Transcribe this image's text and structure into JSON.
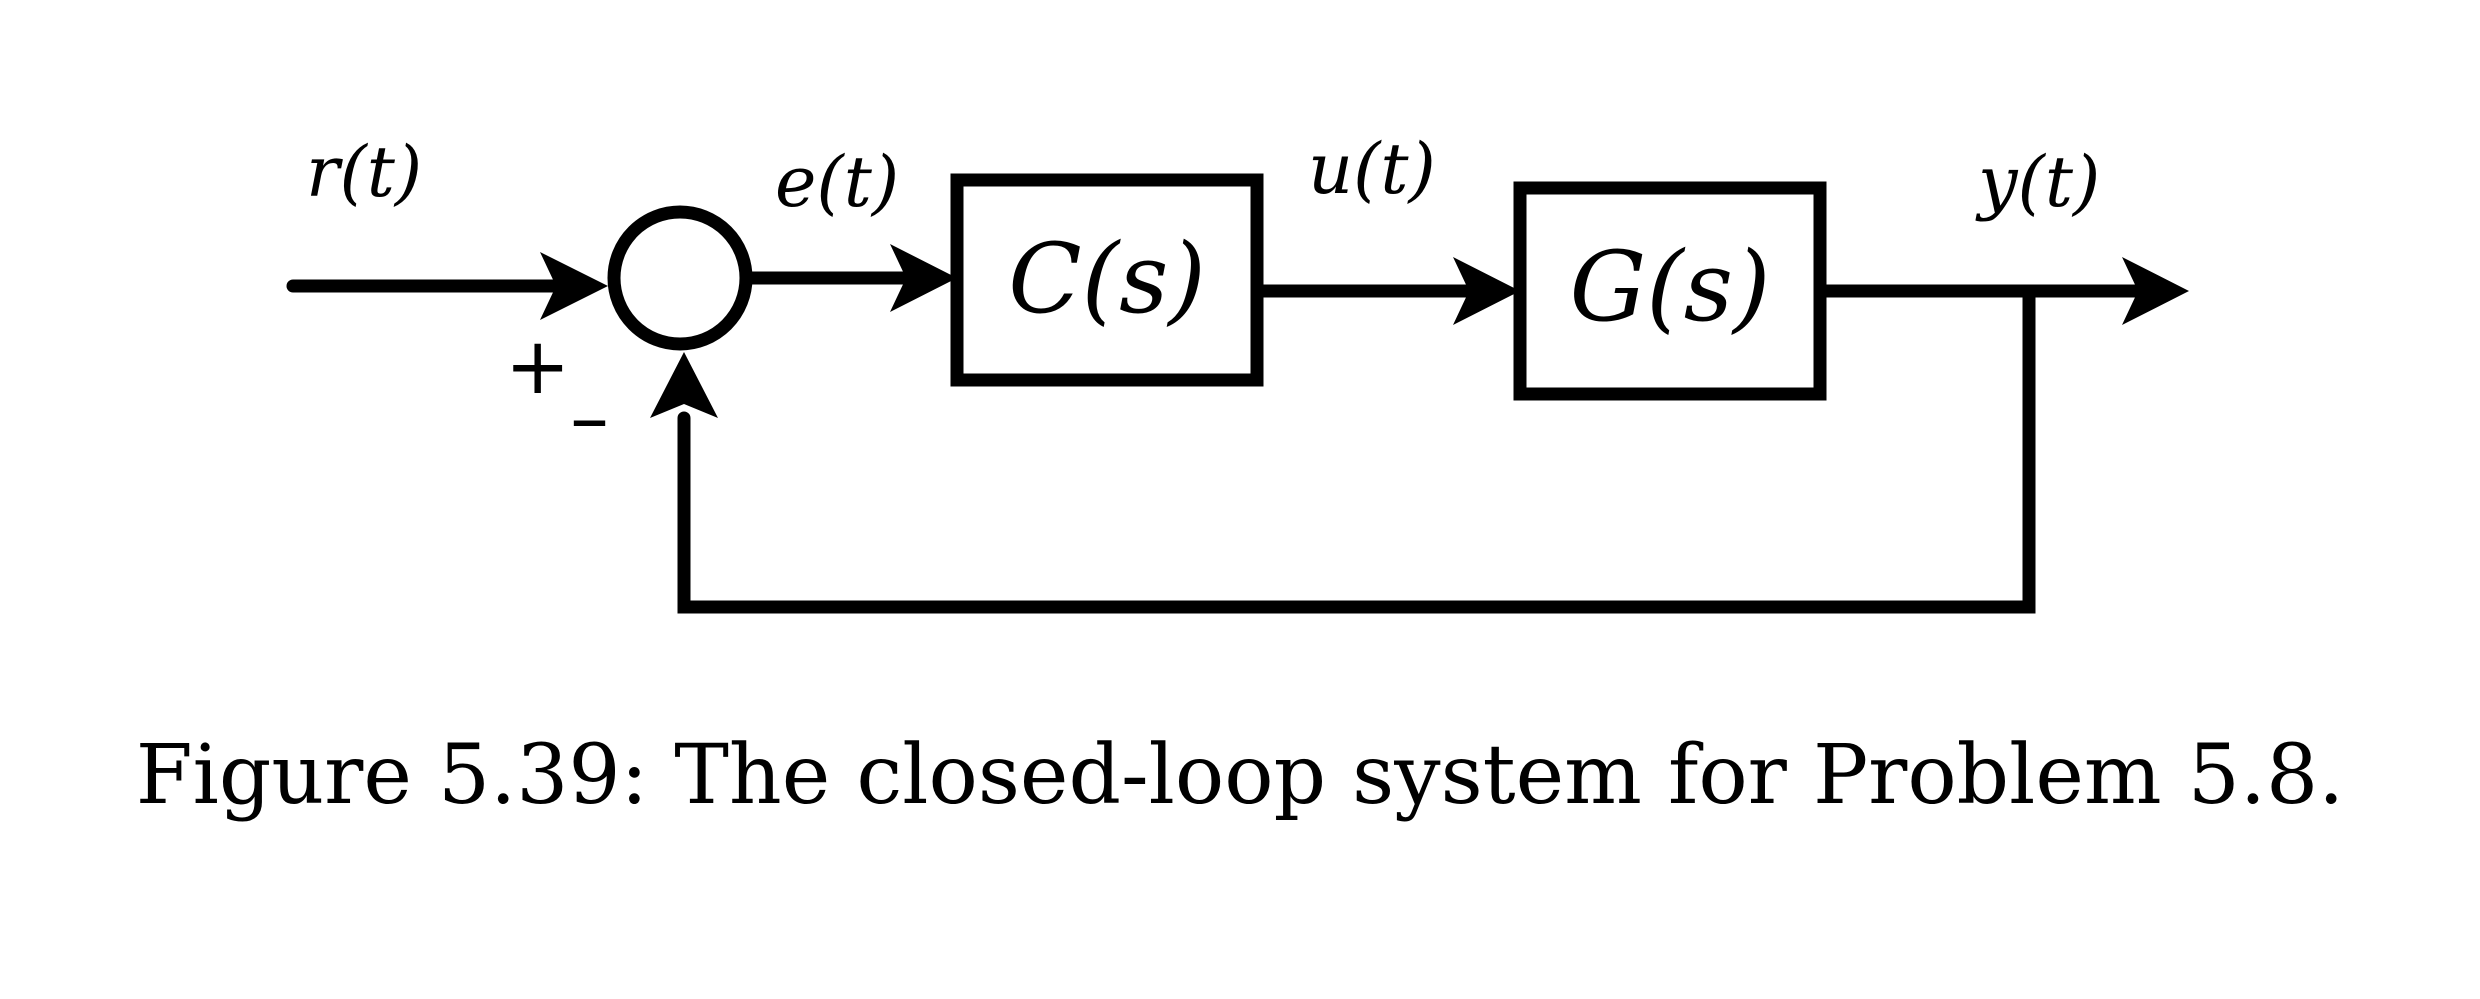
{
  "diagram": {
    "signals": {
      "reference": "r(t)",
      "error": "e(t)",
      "control": "u(t)",
      "output": "y(t)"
    },
    "blocks": {
      "controller": "C(s)",
      "plant": "G(s)"
    },
    "summing_junction": {
      "plus_sign": "+",
      "minus_sign": "–"
    },
    "caption": "Figure 5.39: The closed-loop system for Problem 5.8."
  },
  "colors": {
    "stroke": "#000000",
    "background": "#ffffff"
  }
}
